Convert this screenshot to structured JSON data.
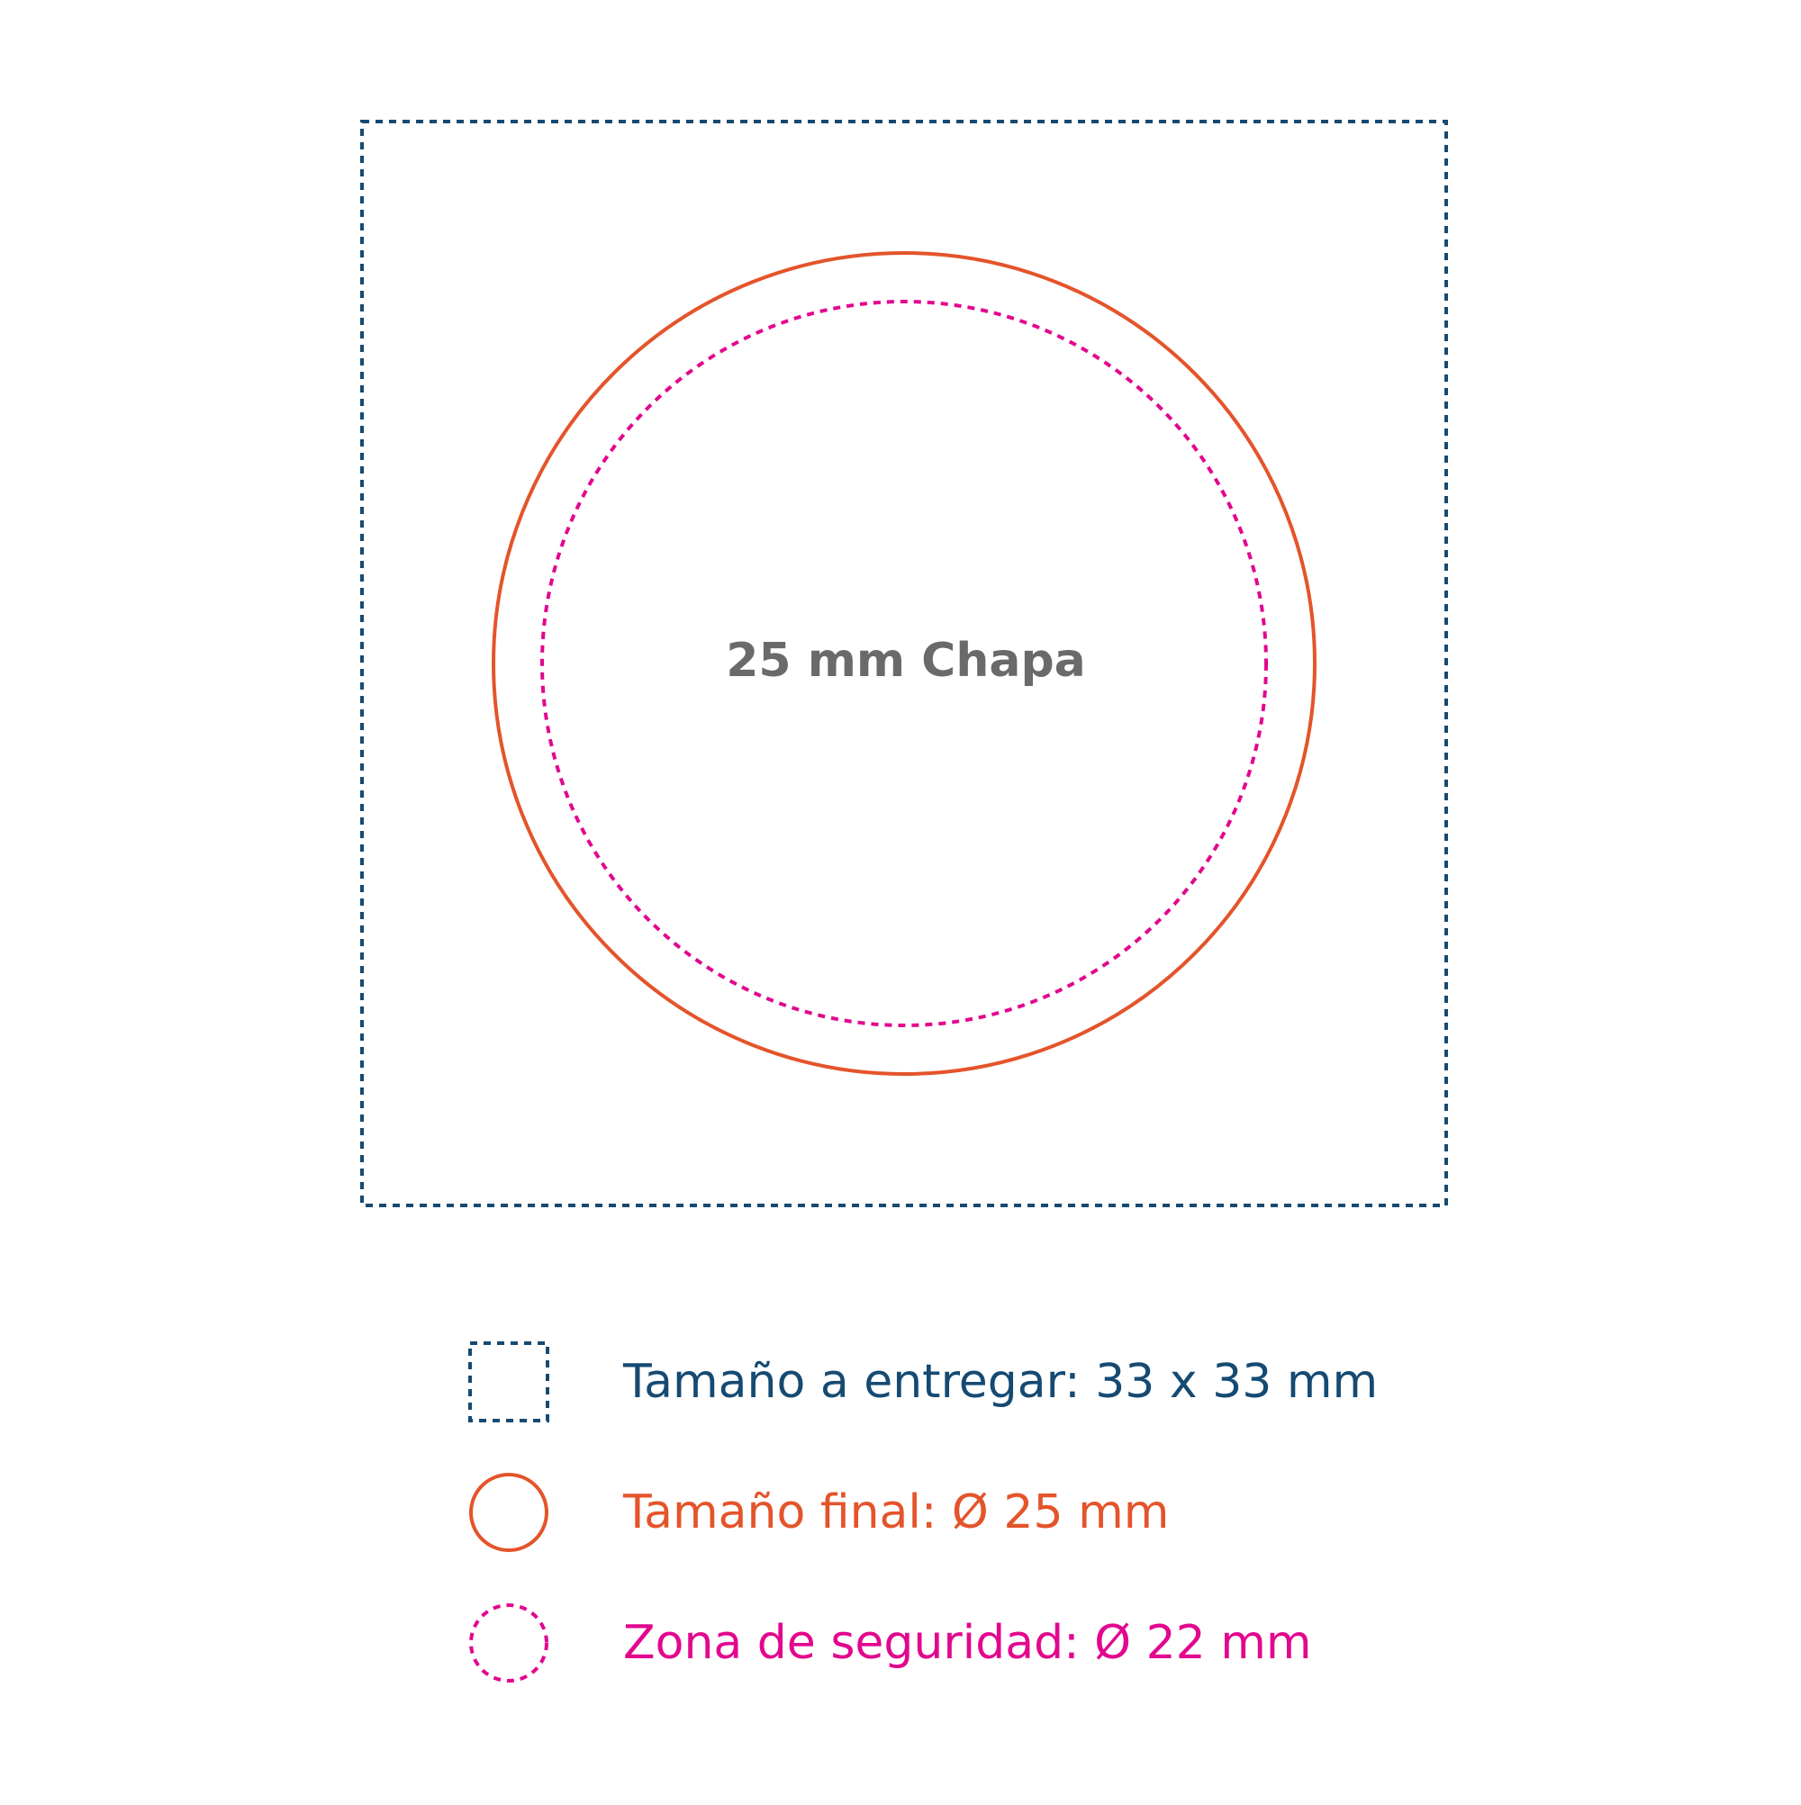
{
  "diagram": {
    "center_label": "25 mm Chapa",
    "legend": [
      {
        "label": "Tamaño a entregar: 33 x 33 mm",
        "color": "#154a72",
        "style": "dashed-square"
      },
      {
        "label": "Tamaño final: Ø 25 mm",
        "color": "#e4542a",
        "style": "solid-circle"
      },
      {
        "label": "Zona de seguridad: Ø 22 mm",
        "color": "#e2078e",
        "style": "dashed-circle"
      }
    ]
  }
}
